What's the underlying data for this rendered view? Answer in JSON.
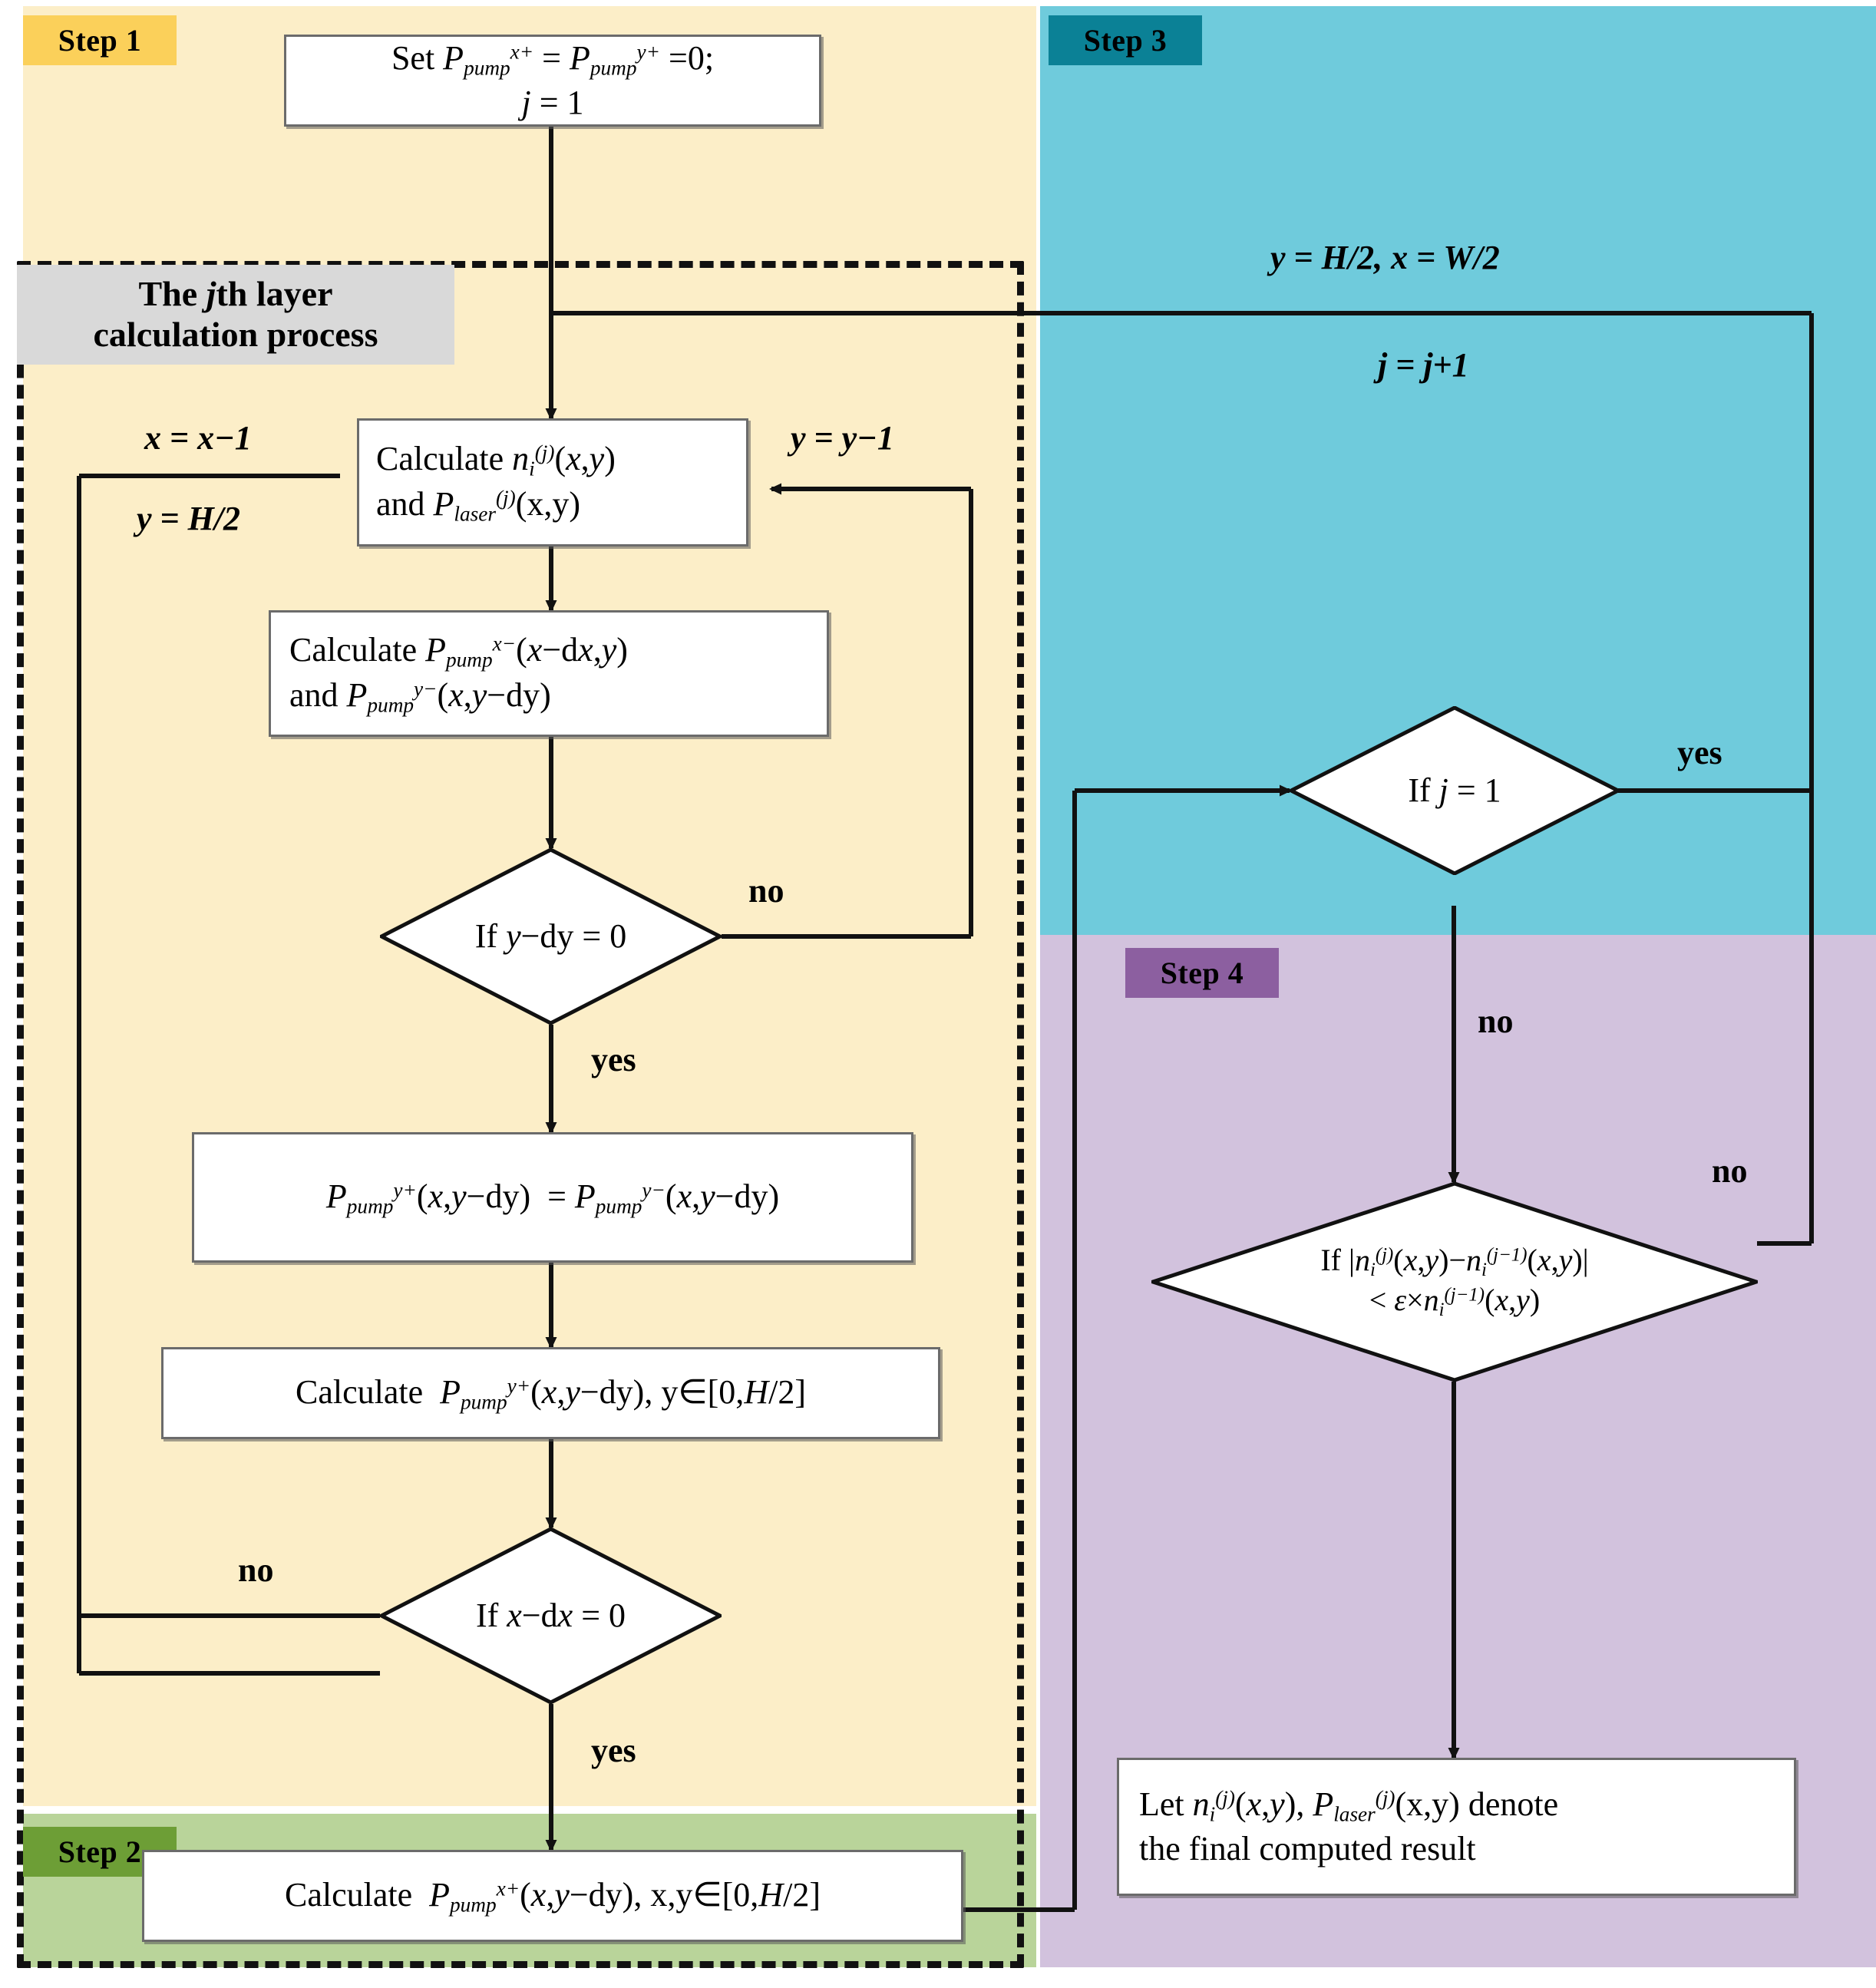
{
  "steps": [
    {
      "id": "step1",
      "label": "Step 1",
      "color": "#fbd05a",
      "region_color": "#fceec8"
    },
    {
      "id": "step2",
      "label": "Step 2",
      "color": "#6d9e36",
      "region_color": "#b9d49a"
    },
    {
      "id": "step3",
      "label": "Step 3",
      "color": "#0b8196",
      "region_color": "#6fcbdc"
    },
    {
      "id": "step4",
      "label": "Step 4",
      "color": "#8c5fa0",
      "region_color": "#d2c2dd"
    }
  ],
  "caption": {
    "line1": "The jth layer",
    "line2": "calculation process"
  },
  "nodes": {
    "init": {
      "line1_plain": "Set P_pump^x+ = P_pump^y+ =0;",
      "line2_plain": "j = 1"
    },
    "calc_n": {
      "line1_plain": "Calculate n_i^(j)(x,y)",
      "line2_plain": "and P_laser^(j)(x,y)"
    },
    "calc_pump_minus": {
      "line1_plain": "Calculate P_pump^x-(x-dx,y)",
      "line2_plain": "and P_pump^y-(x,y-dy)"
    },
    "assign_pump": {
      "line1_plain": "P_pump^y+(x,y-dy)  = P_pump^y-(x,y-dy)"
    },
    "calc_pump_yplus": {
      "line1_plain": "Calculate  P_pump^y+(x,y-dy), y∈[0,H/2]"
    },
    "calc_pump_xplus": {
      "line1_plain": "Calculate  P_pump^x+(x,y-dy), x,y∈[0,H/2]"
    },
    "final_result": {
      "line1_plain": "Let n_i^(j)(x,y), P_laser^(j)(x,y) denote",
      "line2_plain": "the final computed result"
    }
  },
  "decisions": {
    "if_y": {
      "text_plain": "If y-dy = 0",
      "yes_label": "yes",
      "no_label": "no"
    },
    "if_x": {
      "text_plain": "If x-dx = 0",
      "yes_label": "yes",
      "no_label": "no"
    },
    "if_j": {
      "text_plain": "If j = 1",
      "yes_label": "yes",
      "no_label": "no"
    },
    "if_converge": {
      "line1_plain": "If |n_i^(j)(x,y)-n_i^(j-1)(x,y)|",
      "line2_plain": "< ε×n_i^(j-1)(x,y)",
      "no_label": "no"
    }
  },
  "edge_labels": {
    "x_dec": "x = x−1",
    "y_reset": "y = H/2",
    "y_dec": "y = y−1",
    "init_right": "y = H/2, x = W/2",
    "j_inc": "j = j+1",
    "no_y": "no",
    "yes_y": "yes",
    "no_x": "no",
    "yes_x": "yes",
    "yes_j": "yes",
    "no_j": "no",
    "no_converge": "no"
  },
  "colors": {
    "step1_region": "#fceec8",
    "step2_region": "#b9d49a",
    "step3_region": "#6fcbdc",
    "step4_region": "#d2c2dd",
    "step1_badge": "#fbd05a",
    "step2_badge": "#6d9e36",
    "step3_badge": "#0b8196",
    "step4_badge": "#8c5fa0",
    "caption_bg": "#d9d9d9",
    "node_fill": "#ffffff",
    "line": "#111111"
  }
}
